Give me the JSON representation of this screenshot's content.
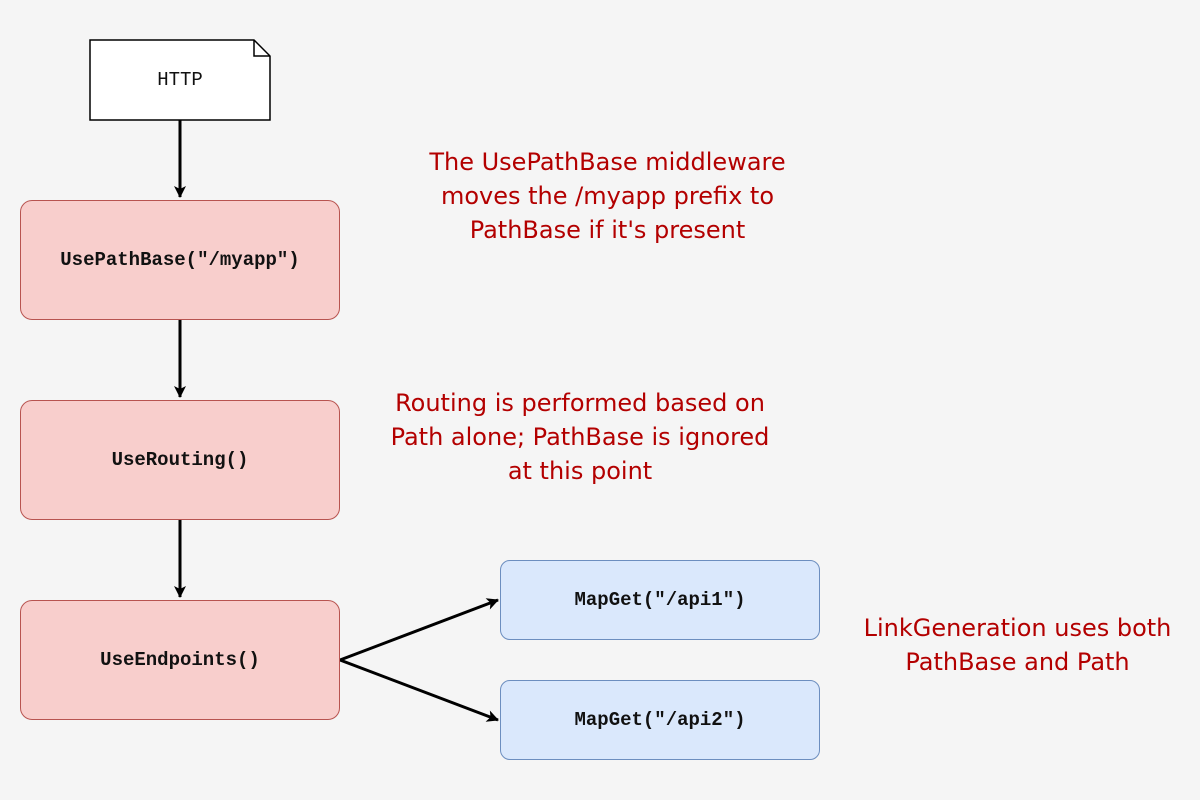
{
  "http_document": {
    "label": "HTTP"
  },
  "pipeline": {
    "use_path_base": "UsePathBase(\"/myapp\")",
    "use_routing": "UseRouting()",
    "use_endpoints": "UseEndpoints()"
  },
  "endpoints": {
    "api1": "MapGet(\"/api1\")",
    "api2": "MapGet(\"/api2\")"
  },
  "notes": {
    "path_base": [
      "The UsePathBase middleware",
      "moves the /myapp prefix to",
      "PathBase if it's present"
    ],
    "routing": [
      "Routing is performed based on",
      "Path alone; PathBase is ignored",
      "at this point"
    ],
    "link_generation": [
      "LinkGeneration uses both",
      "PathBase and Path"
    ]
  },
  "colors": {
    "middleware_fill": "#f8cecc",
    "middleware_stroke": "#b85450",
    "endpoint_fill": "#dae8fc",
    "endpoint_stroke": "#6c8ebf",
    "note_text": "#b30000",
    "background": "#f5f5f5"
  }
}
